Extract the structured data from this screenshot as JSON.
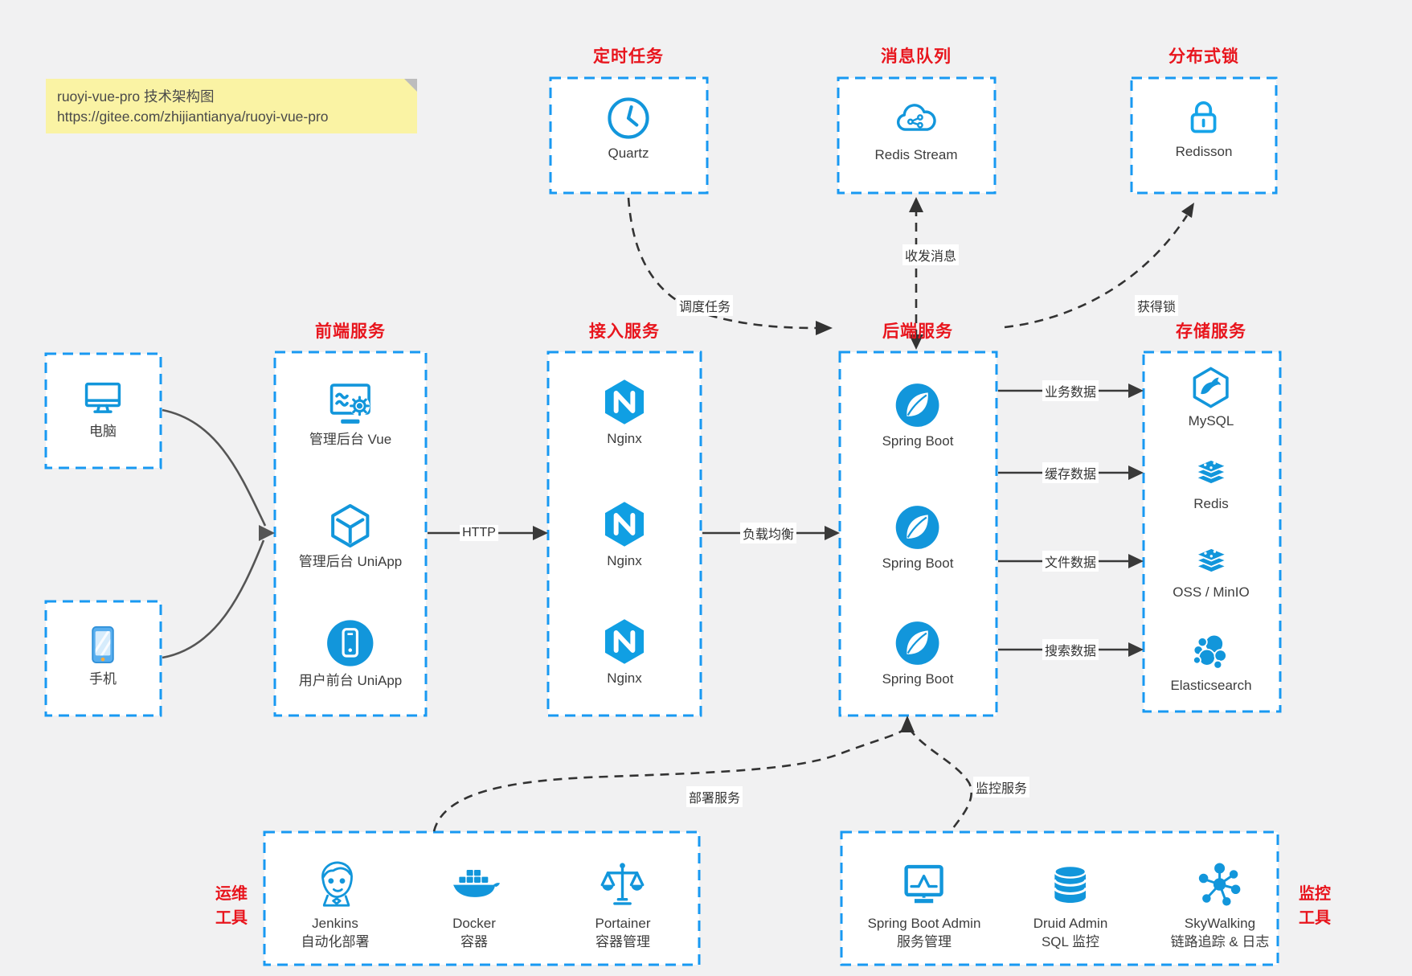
{
  "note": {
    "line1": "ruoyi-vue-pro 技术架构图",
    "line2": "https://gitee.com/zhijiantianya/ruoyi-vue-pro"
  },
  "colors": {
    "icon_blue": "#1296db",
    "border_blue": "#1899f2",
    "title_red": "#e8151d",
    "note_yellow": "#faf3a4",
    "background_gray": "#f1f1f2"
  },
  "top_groups": [
    {
      "title": "定时任务",
      "items": [
        {
          "icon": "clock-icon",
          "label": "Quartz"
        }
      ]
    },
    {
      "title": "消息队列",
      "items": [
        {
          "icon": "cloud-network-icon",
          "label": "Redis Stream"
        }
      ]
    },
    {
      "title": "分布式锁",
      "items": [
        {
          "icon": "lock-icon",
          "label": "Redisson"
        }
      ]
    }
  ],
  "clients": [
    {
      "icon": "desktop-icon",
      "label": "电脑"
    },
    {
      "icon": "phone-icon",
      "label": "手机"
    }
  ],
  "columns": [
    {
      "title": "前端服务",
      "items": [
        {
          "icon": "admin-vue-icon",
          "label": "管理后台 Vue"
        },
        {
          "icon": "cube-icon",
          "label": "管理后台 UniApp"
        },
        {
          "icon": "app-circle-icon",
          "label": "用户前台 UniApp"
        }
      ]
    },
    {
      "title": "接入服务",
      "items": [
        {
          "icon": "nginx-icon",
          "label": "Nginx"
        },
        {
          "icon": "nginx-icon",
          "label": "Nginx"
        },
        {
          "icon": "nginx-icon",
          "label": "Nginx"
        }
      ]
    },
    {
      "title": "后端服务",
      "items": [
        {
          "icon": "spring-icon",
          "label": "Spring Boot"
        },
        {
          "icon": "spring-icon",
          "label": "Spring Boot"
        },
        {
          "icon": "spring-icon",
          "label": "Spring Boot"
        }
      ]
    },
    {
      "title": "存储服务",
      "items": [
        {
          "icon": "mysql-icon",
          "label": "MySQL"
        },
        {
          "icon": "redis-stack-icon",
          "label": "Redis"
        },
        {
          "icon": "redis-stack-icon",
          "label": "OSS / MinIO"
        },
        {
          "icon": "elasticsearch-icon",
          "label": "Elasticsearch"
        }
      ]
    }
  ],
  "edges": {
    "schedule": "调度任务",
    "message": "收发消息",
    "lock": "获得锁",
    "http": "HTTP",
    "load": "负载均衡",
    "biz": "业务数据",
    "cache": "缓存数据",
    "file": "文件数据",
    "search": "搜索数据",
    "deploy": "部署服务",
    "monitor": "监控服务"
  },
  "bottom_groups": [
    {
      "title_lines": [
        "运维",
        "工具"
      ],
      "items": [
        {
          "icon": "jenkins-icon",
          "label": "Jenkins",
          "sublabel": "自动化部署"
        },
        {
          "icon": "docker-icon",
          "label": "Docker",
          "sublabel": "容器"
        },
        {
          "icon": "portainer-icon",
          "label": "Portainer",
          "sublabel": "容器管理"
        }
      ]
    },
    {
      "title_lines": [
        "监控",
        "工具"
      ],
      "items": [
        {
          "icon": "spring-boot-admin-icon",
          "label": "Spring Boot Admin",
          "sublabel": "服务管理"
        },
        {
          "icon": "druid-icon",
          "label": "Druid Admin",
          "sublabel": "SQL 监控"
        },
        {
          "icon": "skywalking-icon",
          "label": "SkyWalking",
          "sublabel": "链路追踪 & 日志"
        }
      ]
    }
  ]
}
